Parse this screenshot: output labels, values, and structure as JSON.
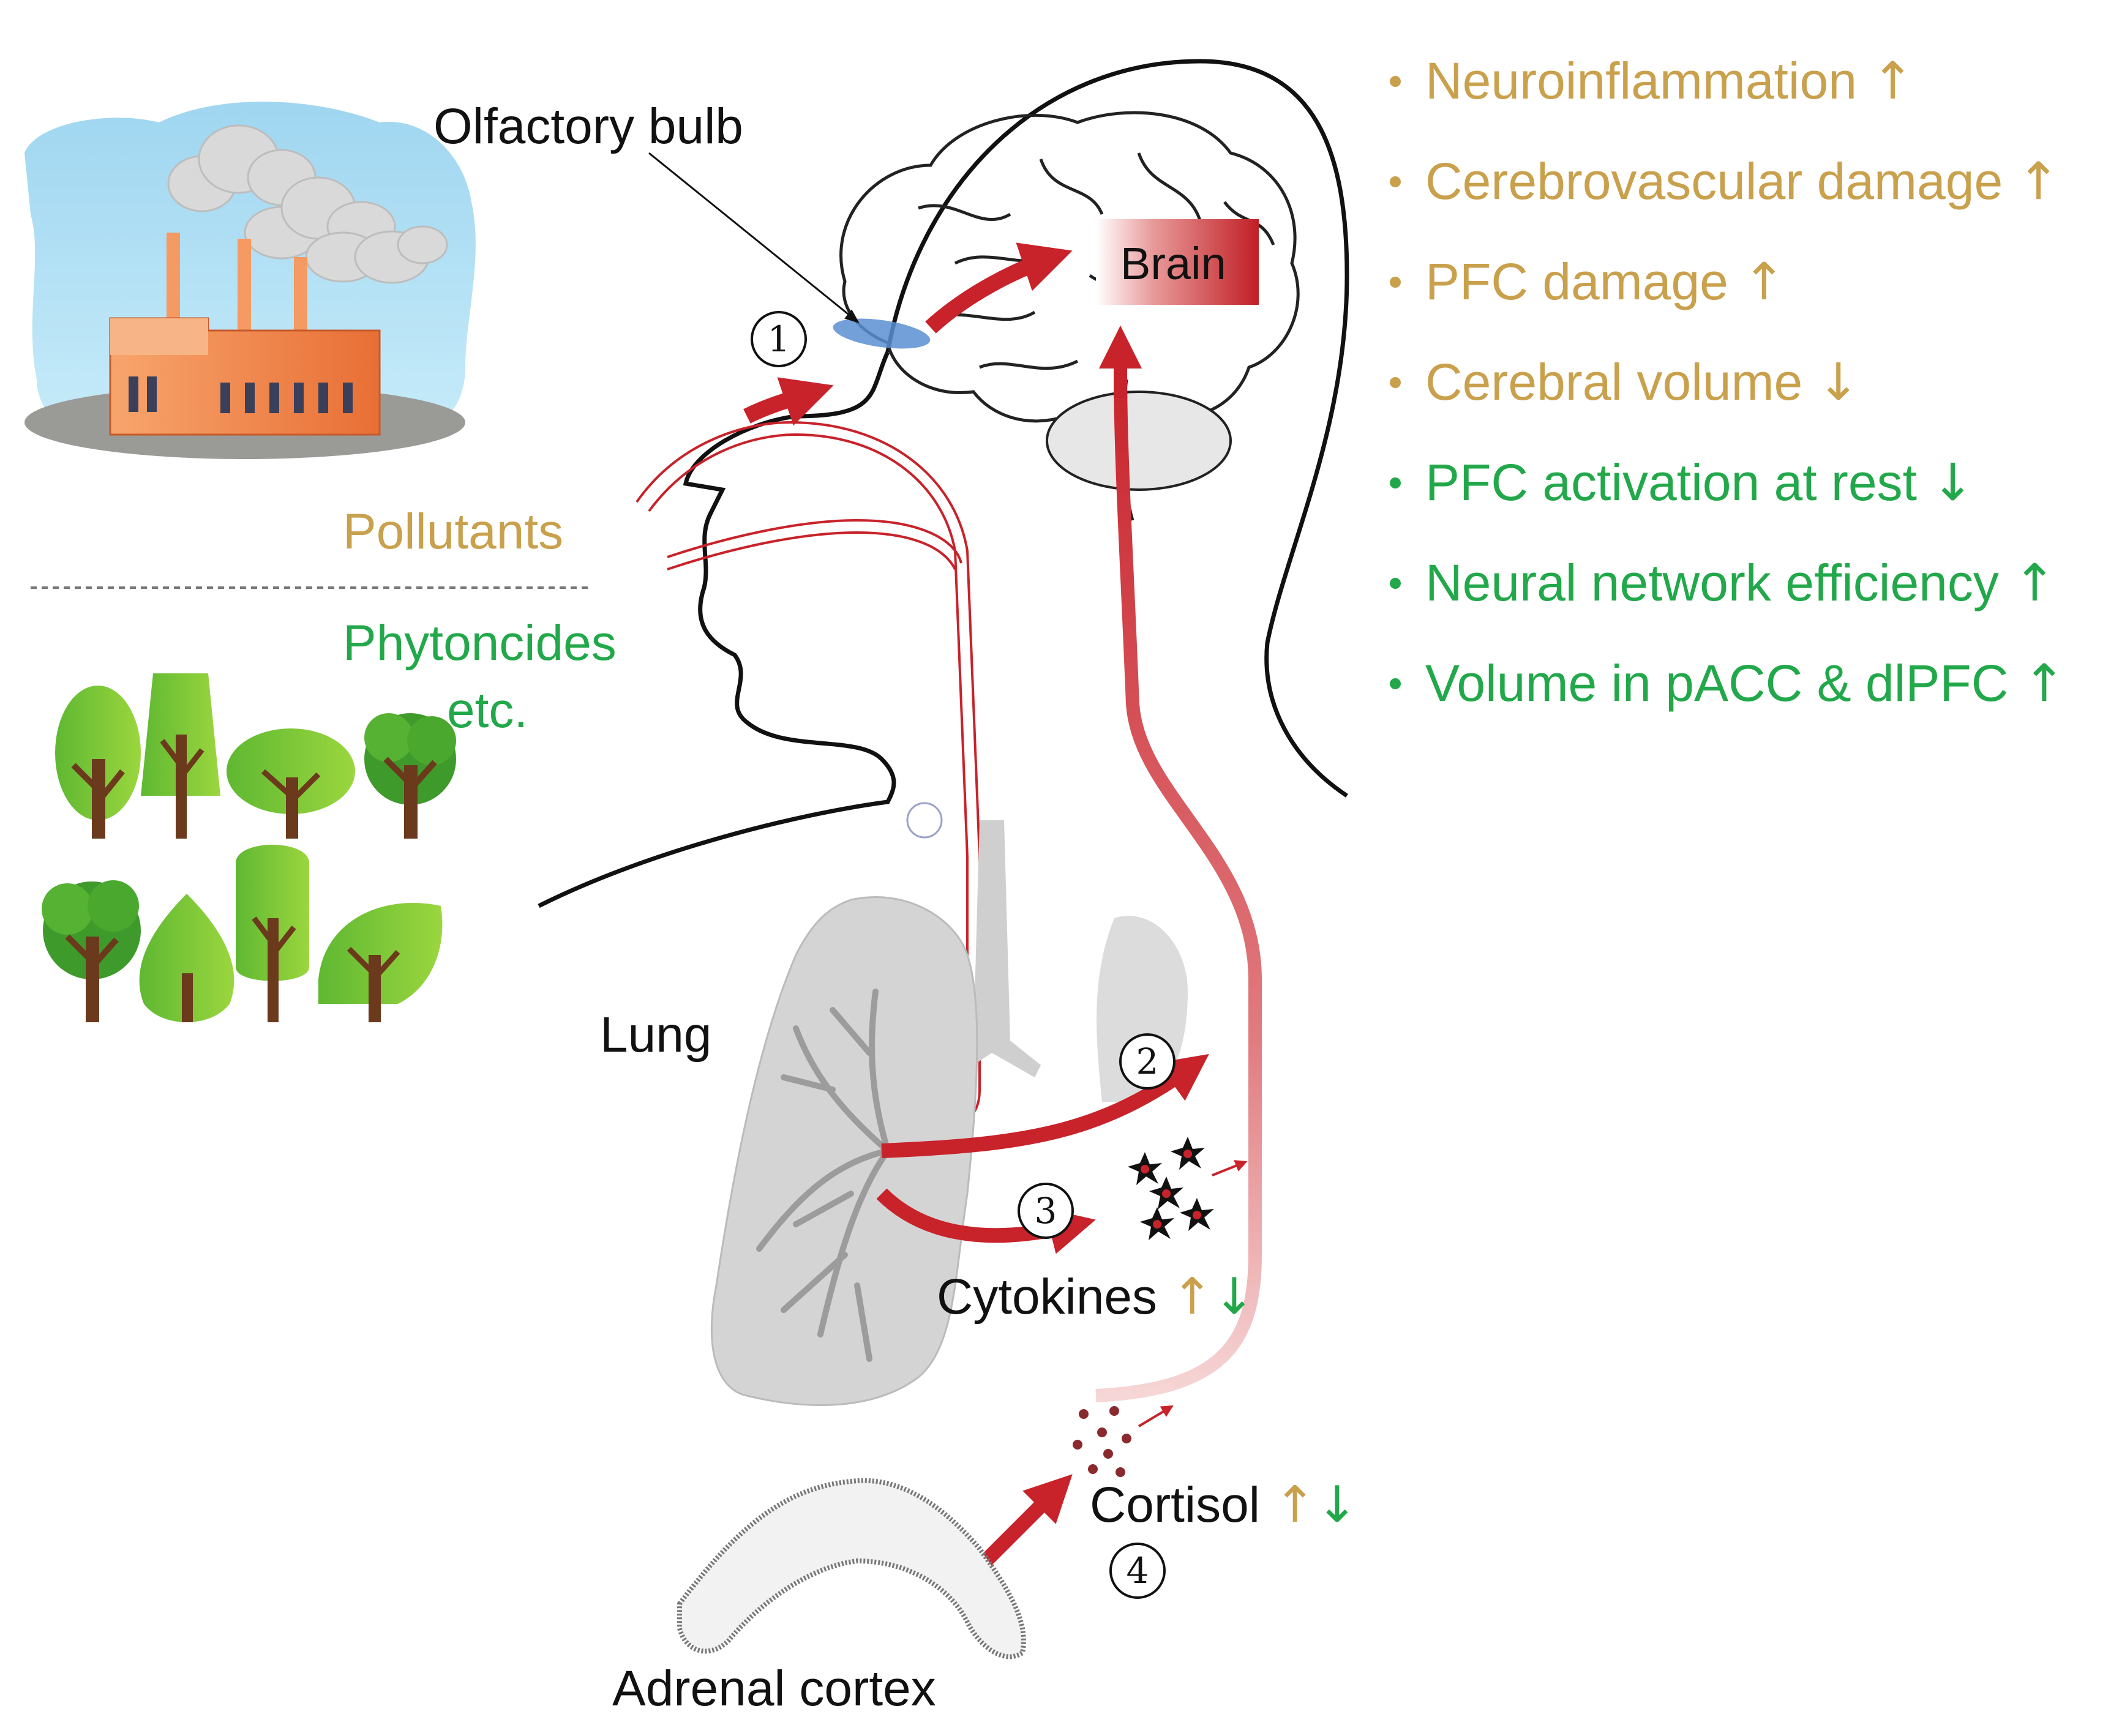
{
  "labels": {
    "olfactory_bulb": "Olfactory bulb",
    "brain": "Brain",
    "pollutants": "Pollutants",
    "phytoncides_line1": "Phytoncides",
    "phytoncides_line2": "etc.",
    "lung": "Lung",
    "cytokines": "Cytokines",
    "cortisol": "Cortisol",
    "adrenal_cortex": "Adrenal cortex",
    "arrow_up": "↑",
    "arrow_down": "↓"
  },
  "pathway_numbers": [
    "1",
    "2",
    "3",
    "4"
  ],
  "effects": [
    {
      "text": "Neuroinflammation",
      "arrow": "↑",
      "color": "gold"
    },
    {
      "text": "Cerebrovascular damage",
      "arrow": "↑",
      "color": "gold"
    },
    {
      "text": "PFC damage",
      "arrow": "↑",
      "color": "gold"
    },
    {
      "text": "Cerebral volume",
      "arrow": "↓",
      "color": "gold"
    },
    {
      "text": "PFC activation at rest",
      "arrow": "↓",
      "color": "green"
    },
    {
      "text": "Neural network efficiency",
      "arrow": "↑",
      "color": "green"
    },
    {
      "text": "Volume in pACC & dlPFC",
      "arrow": "↑",
      "color": "green"
    }
  ],
  "colors": {
    "gold": "#c9a04c",
    "green": "#22a84a",
    "pathway_red": "#c8222a",
    "lung_gray": "#cfcfcf",
    "olfactory_blue": "#5b8fd1"
  },
  "icons": [
    "factory-icon",
    "tree-icon",
    "cytokine-icon",
    "cortisol-dot-icon",
    "adrenal-gland-icon"
  ]
}
